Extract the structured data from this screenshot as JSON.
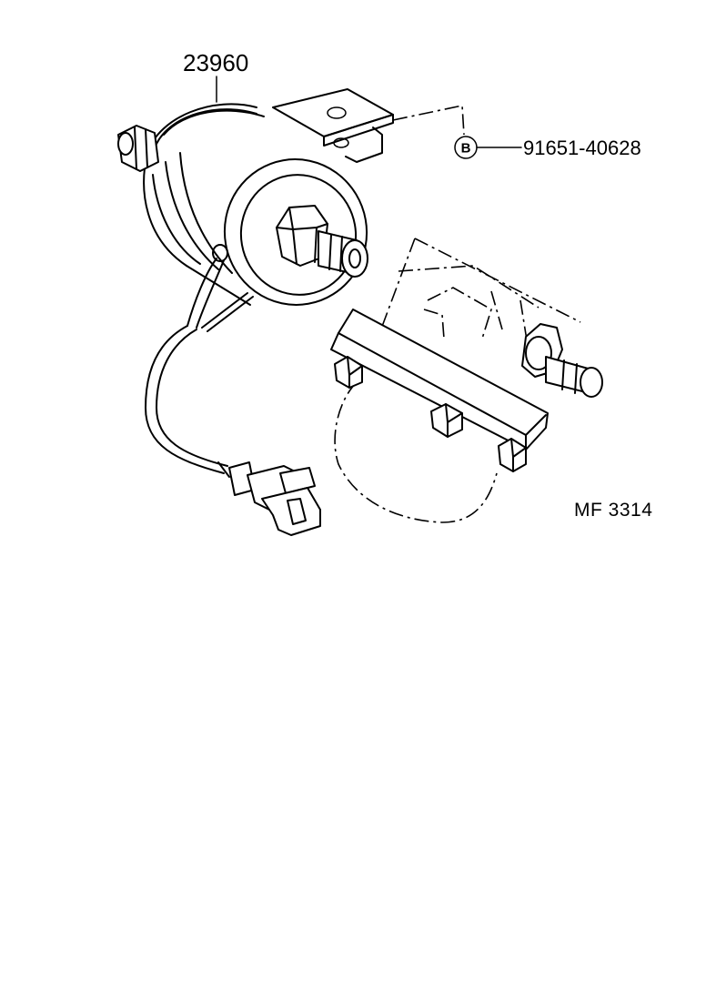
{
  "callouts": {
    "main_part": "23960",
    "bolt_marker": "B",
    "bolt_part": "91651-40628"
  },
  "figure_code": "MF 3314",
  "ink_color": "#000000",
  "paper_color": "#ffffff"
}
